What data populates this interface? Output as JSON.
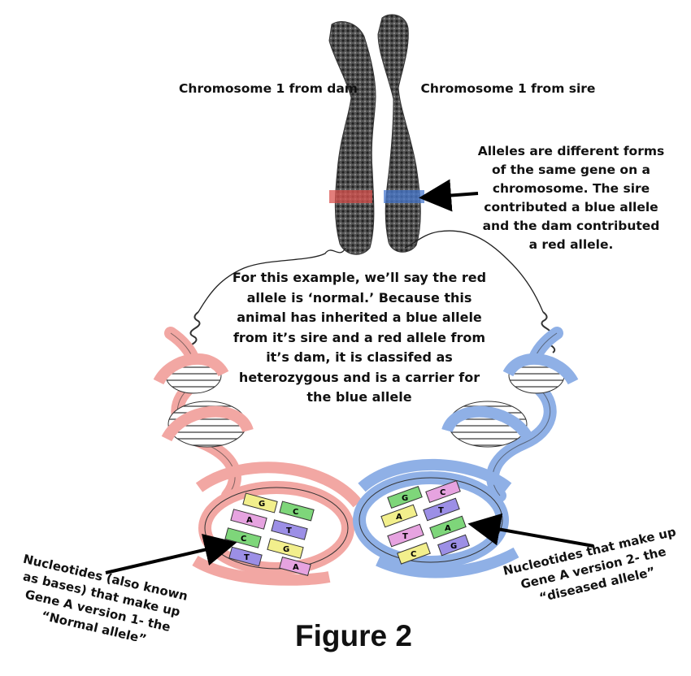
{
  "labels": {
    "dam_chromosome": "Chromosome 1 from dam",
    "sire_chromosome": "Chromosome 1 from sire",
    "alleles_note": "Alleles are different forms\nof  the same  gene on a\nchromosome. The sire\ncontributed a blue allele\nand the dam contributed\na red allele.",
    "example_note": "For this example, we’ll say the red\nallele is ‘normal.’ Because this\nanimal has inherited a blue allele\nfrom it’s sire and a red allele from\nit’s dam, it is classifed as\nheterozygous and is a carrier for\nthe blue allele",
    "left_nucleotides": "Nucleotides (also known\nas bases) that make up\nGene A version 1- the\n“Normal allele”",
    "right_nucleotides": "Nucleotides  that make up\nGene A version 2- the\n“diseased allele”",
    "figure_title": "Figure 2"
  },
  "colors": {
    "dam_allele": "#d9534f",
    "sire_allele": "#4a7bd0",
    "chromosome": "#4a4a4a",
    "left_helix": "#f2a7a3",
    "right_helix": "#8fb0e6",
    "base_yellow": "#f2ef8c",
    "base_green": "#7ed67a",
    "base_pink": "#e6a3e0",
    "base_purple": "#9c8fe6"
  },
  "bases": {
    "left": [
      "G",
      "C",
      "A",
      "T",
      "C",
      "G",
      "T",
      "A"
    ],
    "right": [
      "G",
      "C",
      "A",
      "T",
      "T",
      "A",
      "C",
      "G"
    ]
  }
}
